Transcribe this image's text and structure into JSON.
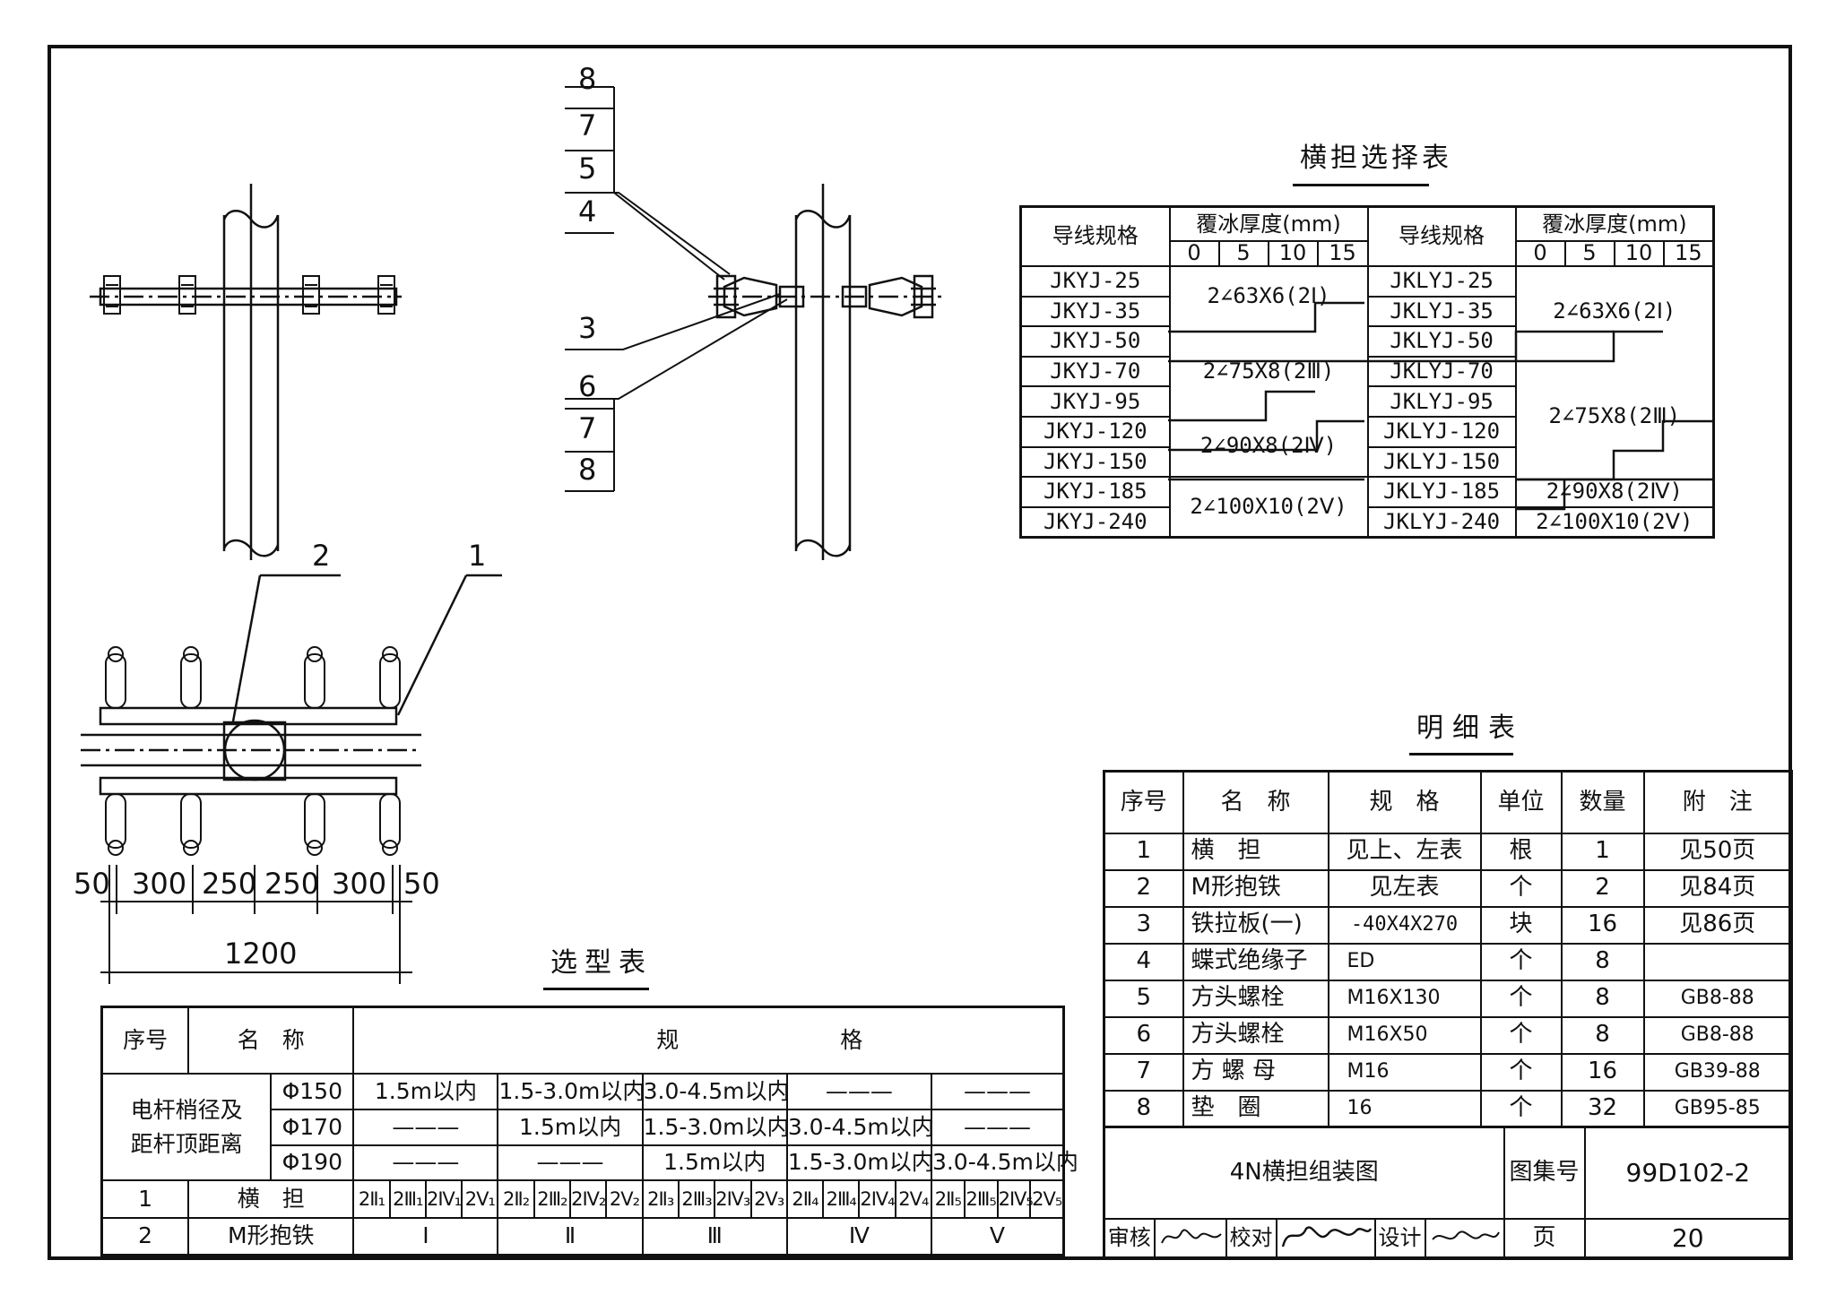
{
  "dims_top": [
    "50",
    "300",
    "250",
    "250",
    "300",
    "50"
  ],
  "dim_total": "1200",
  "callouts": [
    "8",
    "7",
    "5",
    "4",
    "3",
    "6",
    "7",
    "8",
    "2",
    "1"
  ],
  "crossarm_table": {
    "title": "横担选择表",
    "h_cond": "导线规格",
    "h_ice": "覆冰厚度(mm)",
    "ice_cols": [
      "0",
      "5",
      "10",
      "15"
    ],
    "left_conductors": [
      "JKYJ-25",
      "JKYJ-35",
      "JKYJ-50",
      "JKYJ-70",
      "JKYJ-95",
      "JKYJ-120",
      "JKYJ-150",
      "JKYJ-185",
      "JKYJ-240"
    ],
    "right_conductors": [
      "JKLYJ-25",
      "JKLYJ-35",
      "JKLYJ-50",
      "JKLYJ-70",
      "JKLYJ-95",
      "JKLYJ-120",
      "JKLYJ-150",
      "JKLYJ-185",
      "JKLYJ-240"
    ],
    "left_specs": [
      "2∠63X6(2Ⅰ)",
      "2∠75X8(2Ⅲ)",
      "2∠90X8(2Ⅳ)",
      "2∠100X10(2Ⅴ)"
    ],
    "right_specs": [
      "2∠63X6(2Ⅰ)",
      "2∠75X8(2Ⅲ)",
      "2∠90X8(2Ⅳ)",
      "2∠100X10(2Ⅴ)"
    ]
  },
  "bom": {
    "title": "明细表",
    "headers": [
      "序号",
      "名　称",
      "规　格",
      "单位",
      "数量",
      "附　注"
    ],
    "rows": [
      [
        "1",
        "横　担",
        "见上、左表",
        "根",
        "1",
        "见50页"
      ],
      [
        "2",
        "M形抱铁",
        "见左表",
        "个",
        "2",
        "见84页"
      ],
      [
        "3",
        "铁拉板(一)",
        "-40X4X270",
        "块",
        "16",
        "见86页"
      ],
      [
        "4",
        "蝶式绝缘子",
        "ED",
        "个",
        "8",
        ""
      ],
      [
        "5",
        "方头螺栓",
        "M16X130",
        "个",
        "8",
        "GB8-88"
      ],
      [
        "6",
        "方头螺栓",
        "M16X50",
        "个",
        "8",
        "GB8-88"
      ],
      [
        "7",
        "方 螺 母",
        "M16",
        "个",
        "16",
        "GB39-88"
      ],
      [
        "8",
        "垫　圈",
        "16",
        "个",
        "32",
        "GB95-85"
      ]
    ]
  },
  "selection": {
    "title": "选型表",
    "h_no": "序号",
    "h_name": "名　称",
    "h_spec_1": "规",
    "h_spec_2": "格",
    "group_label_1": "电杆梢径及",
    "group_label_2": "距杆顶距离",
    "diams": [
      "Φ150",
      "Φ170",
      "Φ190"
    ],
    "rows": [
      [
        "1.5m以内",
        "1.5-3.0m以内",
        "3.0-4.5m以内",
        "———",
        "———"
      ],
      [
        "———",
        "1.5m以内",
        "1.5-3.0m以内",
        "3.0-4.5m以内",
        "———"
      ],
      [
        "———",
        "———",
        "1.5m以内",
        "1.5-3.0m以内",
        "3.0-4.5m以内"
      ]
    ],
    "item1_no": "1",
    "item1_name": "横　担",
    "item1_specs": [
      "2Ⅱ₁",
      "2Ⅲ₁",
      "2Ⅳ₁",
      "2Ⅴ₁",
      "2Ⅱ₂",
      "2Ⅲ₂",
      "2Ⅳ₂",
      "2Ⅴ₂",
      "2Ⅱ₃",
      "2Ⅲ₃",
      "2Ⅳ₃",
      "2Ⅴ₃",
      "2Ⅱ₄",
      "2Ⅲ₄",
      "2Ⅳ₄",
      "2Ⅴ₄",
      "2Ⅱ₅",
      "2Ⅲ₅",
      "2Ⅳ₅",
      "2Ⅴ₅"
    ],
    "item2_no": "2",
    "item2_name": "M形抱铁",
    "item2_specs": [
      "Ⅰ",
      "Ⅱ",
      "Ⅲ",
      "Ⅳ",
      "Ⅴ"
    ]
  },
  "title_block": {
    "drawing_title": "4N横担组装图",
    "atlas_label": "图集号",
    "atlas_no": "99D102-2",
    "review": "审核",
    "check": "校对",
    "design": "设计",
    "page_label": "页",
    "page_no": "20"
  }
}
